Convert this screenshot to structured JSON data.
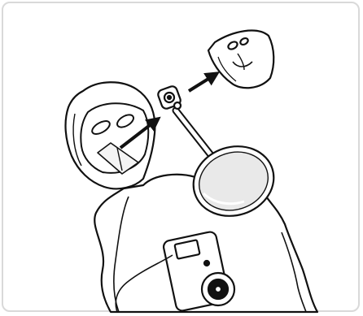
{
  "diagram": {
    "colors": {
      "line": "#111111",
      "fill": "#ffffff",
      "frame": "#d9d9d9",
      "lens_tint": "#e9e9e9"
    },
    "parts": [
      "manikin-torso",
      "manikin-head",
      "face-mask-on-head",
      "airway-adapter",
      "mirror-on-stand",
      "removed-face-mask",
      "control-box",
      "connection-cable"
    ],
    "arrows": [
      "arrow-from-head-to-adapter",
      "arrow-from-adapter-to-face-mask"
    ]
  }
}
